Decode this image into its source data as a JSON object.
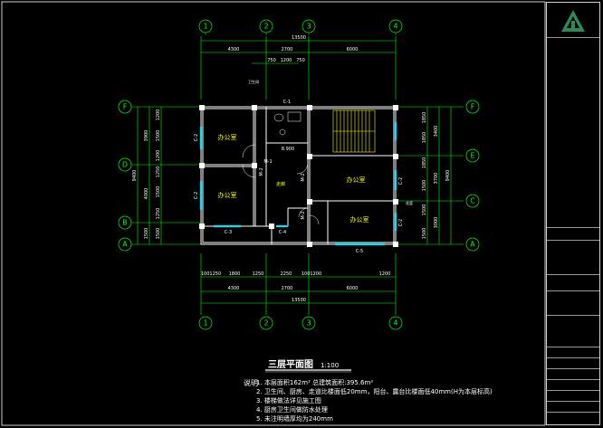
{
  "drawing": {
    "title": "三层平面图",
    "scale": "1:100",
    "colors": {
      "background": "#000000",
      "wall": "#ffffff",
      "dim": "#00ff00",
      "axis": "#00ff00",
      "window": "#00e5ff",
      "stair": "#ffff00",
      "label": "#ffff00",
      "text": "#ffffff"
    }
  },
  "axes": {
    "top": [
      "1",
      "2",
      "3",
      "4"
    ],
    "bottom": [
      "1",
      "2",
      "3",
      "4"
    ],
    "left": [
      "F",
      "D",
      "B",
      "A"
    ],
    "right": [
      "F",
      "E",
      "C",
      "A"
    ]
  },
  "dimensions": {
    "top_total": "13500",
    "top_segments": [
      "4300",
      "2700",
      "6000"
    ],
    "top_inner": [
      "750",
      "1200",
      "750"
    ],
    "bottom_total": "13500",
    "bottom_segments": [
      "4300",
      "2700",
      "6000"
    ],
    "bottom_detail": [
      "1001250",
      "1800",
      "1250",
      "2250",
      "1001200",
      "1200"
    ],
    "left_total": "9400",
    "left_segments": [
      "3900",
      "4000",
      "1500"
    ],
    "left_detail": [
      "1200",
      "1500",
      "1200",
      "1250",
      "1500",
      "1250",
      "1500"
    ],
    "right_total": "9400",
    "right_segments": [
      "3400",
      "3700",
      "3000"
    ],
    "right_detail": [
      "1850",
      "1850",
      "1850",
      "1500",
      "1500",
      "1500"
    ]
  },
  "rooms": [
    {
      "name": "办公室"
    },
    {
      "name": "办公室"
    },
    {
      "name": "办公室"
    },
    {
      "name": "办公室"
    },
    {
      "name": "走廊"
    }
  ],
  "tags": {
    "windows": [
      "C-1",
      "C-2",
      "C-2",
      "C-3",
      "C-4",
      "C-5",
      "C-2",
      "C-2"
    ],
    "doors": [
      "M-1",
      "M-2",
      "M-2",
      "M-2"
    ],
    "misc": [
      "8.900",
      "卫生间",
      "花篮"
    ]
  },
  "notes": {
    "label": "说明",
    "lines": [
      "1. 本层面积162m²  总建筑面积:395.6m²",
      "2. 卫生间、厨房、走道比楼面低20mm，阳台、露台比楼面低40mm(H为本层标高)",
      "3. 楼梯做法详见施工图",
      "4. 厨房卫生间做防水处理",
      "5. 未注明墙厚均为240mm"
    ]
  },
  "title_block": {
    "rows": [
      "",
      "",
      "",
      "",
      "",
      "",
      "",
      ""
    ]
  }
}
